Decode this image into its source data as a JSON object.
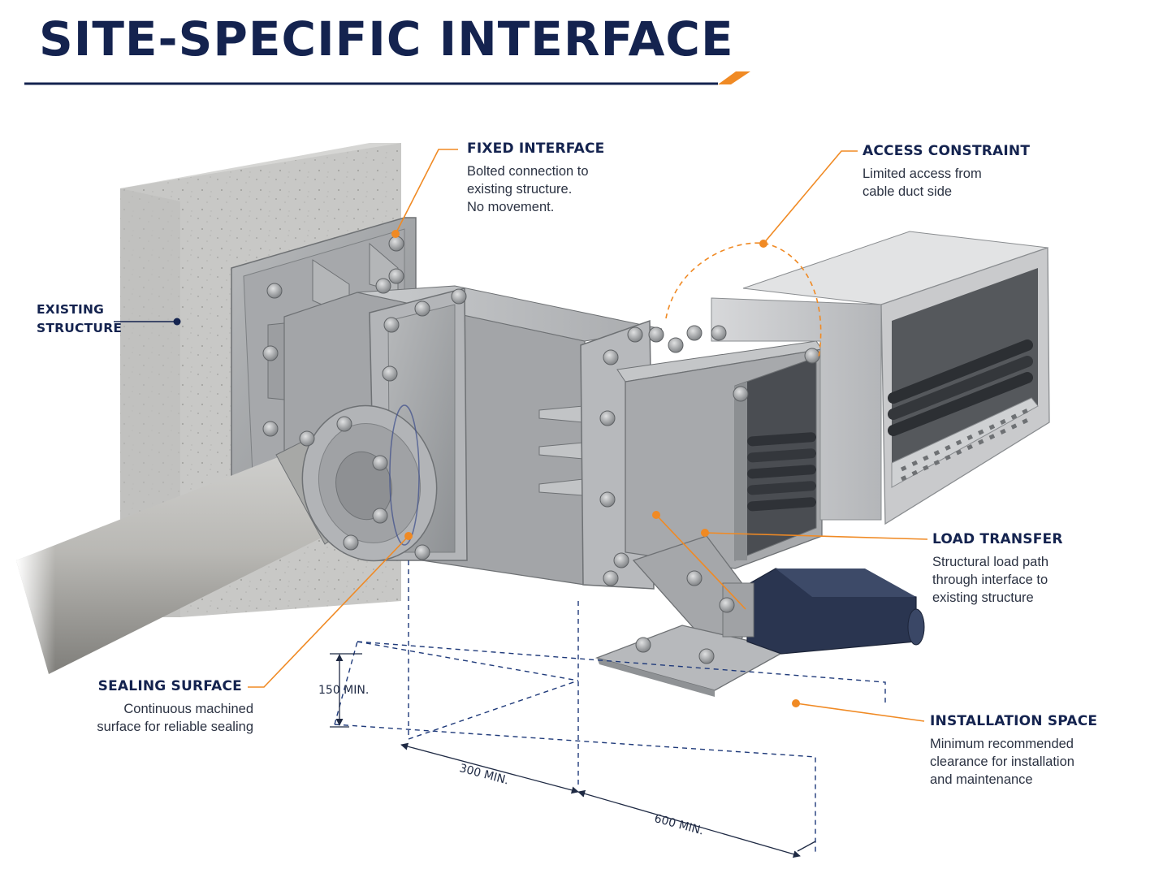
{
  "title": "SITE-SPECIFIC INTERFACE",
  "colors": {
    "accent": "#f08a24",
    "navy": "#14234f",
    "dim_line": "#1f3a7a"
  },
  "callouts": {
    "fixed_interface": {
      "heading": "FIXED INTERFACE",
      "lines": [
        "Bolted connection to",
        "existing structure.",
        "No movement."
      ]
    },
    "access_constraint": {
      "heading": "ACCESS CONSTRAINT",
      "lines": [
        "Limited access from",
        "cable duct side"
      ]
    },
    "existing_structure": {
      "lines": [
        "EXISTING",
        "STRUCTURE"
      ]
    },
    "load_transfer": {
      "heading": "LOAD TRANSFER",
      "lines": [
        "Structural load path",
        "through interface to",
        "existing structure"
      ]
    },
    "sealing_surface": {
      "heading": "SEALING SURFACE",
      "lines": [
        "Continuous machined",
        "surface for reliable sealing"
      ]
    },
    "installation_space": {
      "heading": "INSTALLATION SPACE",
      "lines": [
        "Minimum recommended",
        "clearance for installation",
        "and maintenance"
      ]
    }
  },
  "dimensions": {
    "height": "150 MIN.",
    "width": "300 MIN.",
    "depth": "600 MIN."
  }
}
